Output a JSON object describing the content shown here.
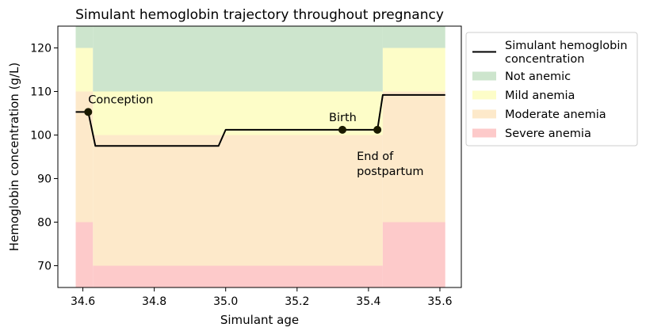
{
  "chart_data": {
    "type": "line",
    "title": "Simulant hemoglobin trajectory throughout pregnancy",
    "xlabel": "Simulant age",
    "ylabel": "Hemoglobin concentration (g/L)",
    "xlim": [
      34.53,
      35.66
    ],
    "ylim": [
      65,
      125
    ],
    "xticks": [
      "34.6",
      "34.8",
      "35.0",
      "35.2",
      "35.4",
      "35.6"
    ],
    "xtick_values": [
      34.6,
      34.8,
      35.0,
      35.2,
      35.4,
      35.6
    ],
    "yticks": [
      "70",
      "80",
      "90",
      "100",
      "110",
      "120"
    ],
    "ytick_values": [
      70,
      80,
      90,
      100,
      110,
      120
    ],
    "grid": false,
    "legend_position": "outside-right-top",
    "series": [
      {
        "name": "Simulant hemoglobin concentration",
        "color": "#000000",
        "x": [
          34.58,
          34.615,
          34.635,
          34.98,
          35.0,
          35.33,
          35.425,
          35.44,
          35.615
        ],
        "y": [
          105.3,
          105.3,
          97.5,
          97.5,
          101.2,
          101.2,
          101.2,
          109.2,
          109.2
        ]
      }
    ],
    "markers": [
      {
        "x": 34.615,
        "y": 105.3
      },
      {
        "x": 35.327,
        "y": 101.2
      },
      {
        "x": 35.425,
        "y": 101.2
      }
    ],
    "annotations": [
      {
        "text": "Conception",
        "x": 34.615,
        "y": 105.3
      },
      {
        "text": "Birth",
        "x": 35.327,
        "y": 101.2
      },
      {
        "text": "End of",
        "x": 35.425,
        "y": 101.2
      },
      {
        "text": "postpartum",
        "x": 35.425,
        "y": 101.2
      }
    ],
    "bands": [
      {
        "name": "Not anemic",
        "color": "#cde5cd",
        "segments": [
          {
            "x0": 34.58,
            "x1": 34.628,
            "y0": 120,
            "y1": 125
          },
          {
            "x0": 34.628,
            "x1": 35.44,
            "y0": 110,
            "y1": 125
          },
          {
            "x0": 35.44,
            "x1": 35.615,
            "y0": 120,
            "y1": 125
          }
        ]
      },
      {
        "name": "Mild anemia",
        "color": "#fdfdc8",
        "segments": [
          {
            "x0": 34.58,
            "x1": 34.628,
            "y0": 110,
            "y1": 120
          },
          {
            "x0": 34.628,
            "x1": 35.44,
            "y0": 100,
            "y1": 110
          },
          {
            "x0": 35.44,
            "x1": 35.615,
            "y0": 110,
            "y1": 120
          }
        ]
      },
      {
        "name": "Moderate anemia",
        "color": "#fde9ca",
        "segments": [
          {
            "x0": 34.58,
            "x1": 34.628,
            "y0": 80,
            "y1": 110
          },
          {
            "x0": 34.628,
            "x1": 35.44,
            "y0": 70,
            "y1": 100
          },
          {
            "x0": 35.44,
            "x1": 35.615,
            "y0": 80,
            "y1": 110
          }
        ]
      },
      {
        "name": "Severe anemia",
        "color": "#fdcaca",
        "segments": [
          {
            "x0": 34.58,
            "x1": 34.628,
            "y0": 65,
            "y1": 80
          },
          {
            "x0": 34.628,
            "x1": 35.44,
            "y0": 65,
            "y1": 70
          },
          {
            "x0": 35.44,
            "x1": 35.615,
            "y0": 65,
            "y1": 80
          }
        ]
      }
    ],
    "legend": [
      {
        "label_lines": [
          "Simulant hemoglobin",
          "concentration"
        ],
        "kind": "line",
        "color": "#000000"
      },
      {
        "label_lines": [
          "Not anemic"
        ],
        "kind": "patch",
        "color": "#cde5cd"
      },
      {
        "label_lines": [
          "Mild anemia"
        ],
        "kind": "patch",
        "color": "#fdfdc8"
      },
      {
        "label_lines": [
          "Moderate anemia"
        ],
        "kind": "patch",
        "color": "#fde9ca"
      },
      {
        "label_lines": [
          "Severe anemia"
        ],
        "kind": "patch",
        "color": "#fdcaca"
      }
    ]
  }
}
